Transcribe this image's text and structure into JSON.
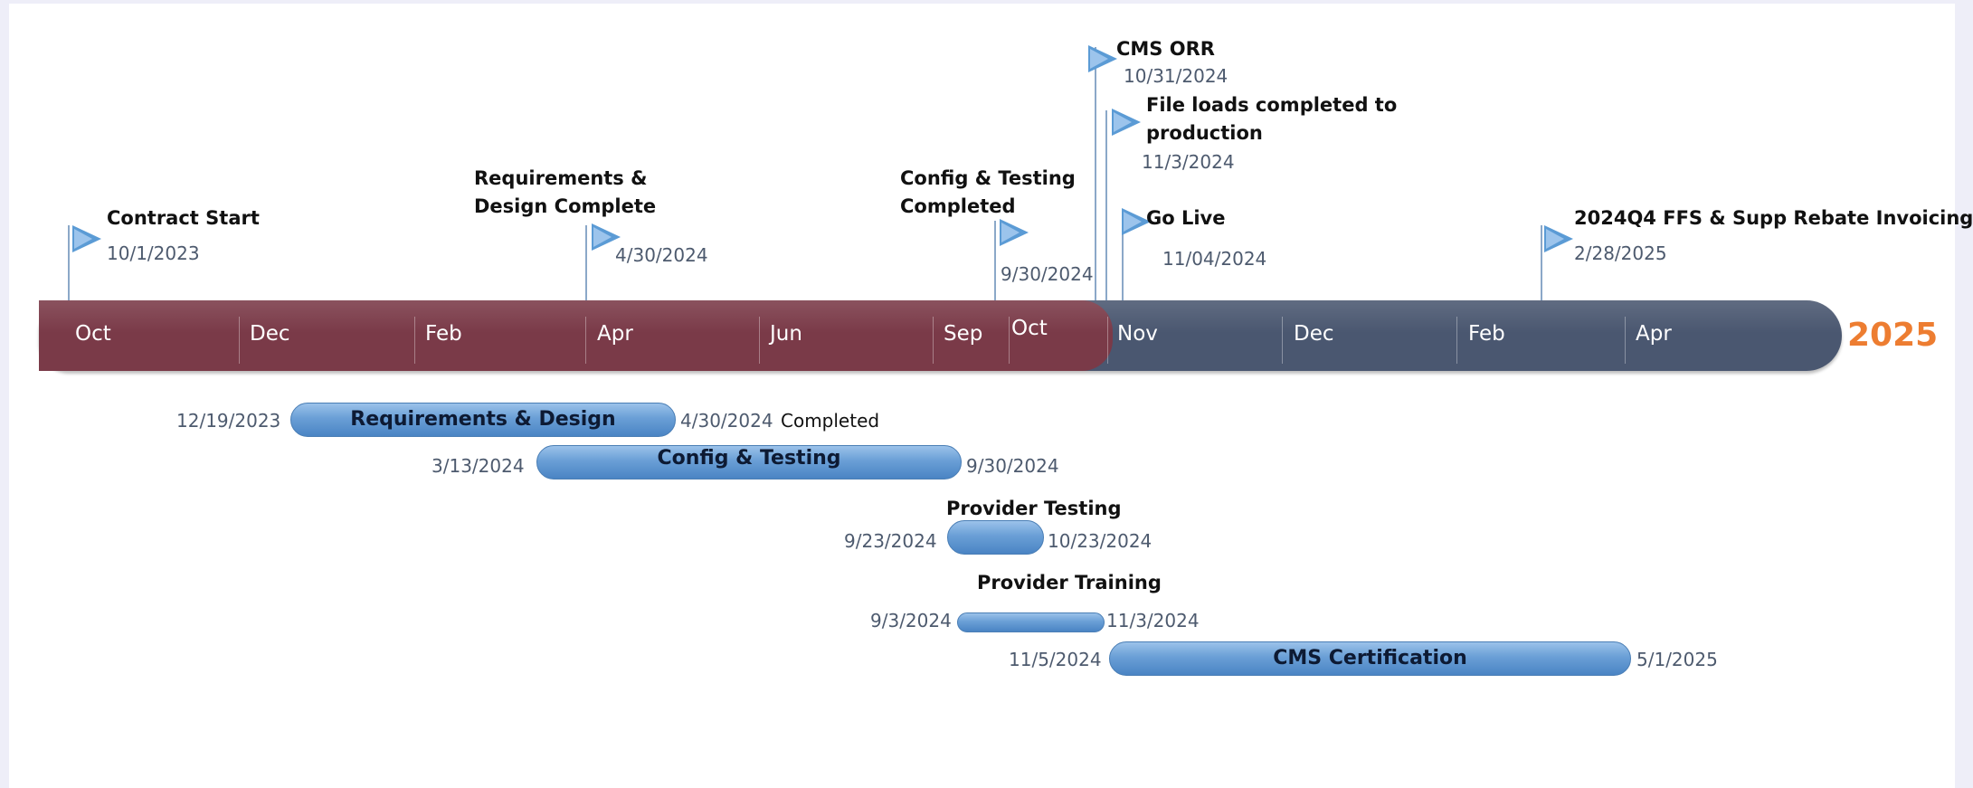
{
  "timeline": {
    "year_label": "2025",
    "past_color": "#7a3a48",
    "future_color": "#4a5770",
    "months_past": [
      "Oct",
      "Dec",
      "Feb",
      "Apr",
      "Jun",
      "Sep",
      "Oct"
    ],
    "months_future": [
      "Nov",
      "Dec",
      "Feb",
      "Apr"
    ]
  },
  "milestones": [
    {
      "title": "Contract Start",
      "date": "10/1/2023"
    },
    {
      "title_line1": "Requirements &",
      "title_line2": "Design Complete",
      "date": "4/30/2024"
    },
    {
      "title_line1": "Config & Testing",
      "title_line2": "Completed",
      "date": "9/30/2024"
    },
    {
      "title": "CMS ORR",
      "date": "10/31/2024"
    },
    {
      "title_line1": "File loads completed to",
      "title_line2": "production",
      "date": "11/3/2024"
    },
    {
      "title": "Go Live",
      "date": "11/04/2024"
    },
    {
      "title": "2024Q4 FFS & Supp Rebate Invoicing",
      "date": "2/28/2025"
    }
  ],
  "tasks": [
    {
      "label": "Requirements & Design",
      "start": "12/19/2023",
      "end": "4/30/2024",
      "status": "Completed"
    },
    {
      "label": "Config & Testing",
      "start": "3/13/2024",
      "end": "9/30/2024"
    },
    {
      "label": "Provider Testing",
      "start": "9/23/2024",
      "end": "10/23/2024"
    },
    {
      "label": "Provider Training",
      "start": "9/3/2024",
      "end": "11/3/2024"
    },
    {
      "label": "CMS Certification",
      "start": "11/5/2024",
      "end": "5/1/2025"
    }
  ],
  "colors": {
    "bar": "#5b9bd5",
    "year": "#ed7d31"
  }
}
